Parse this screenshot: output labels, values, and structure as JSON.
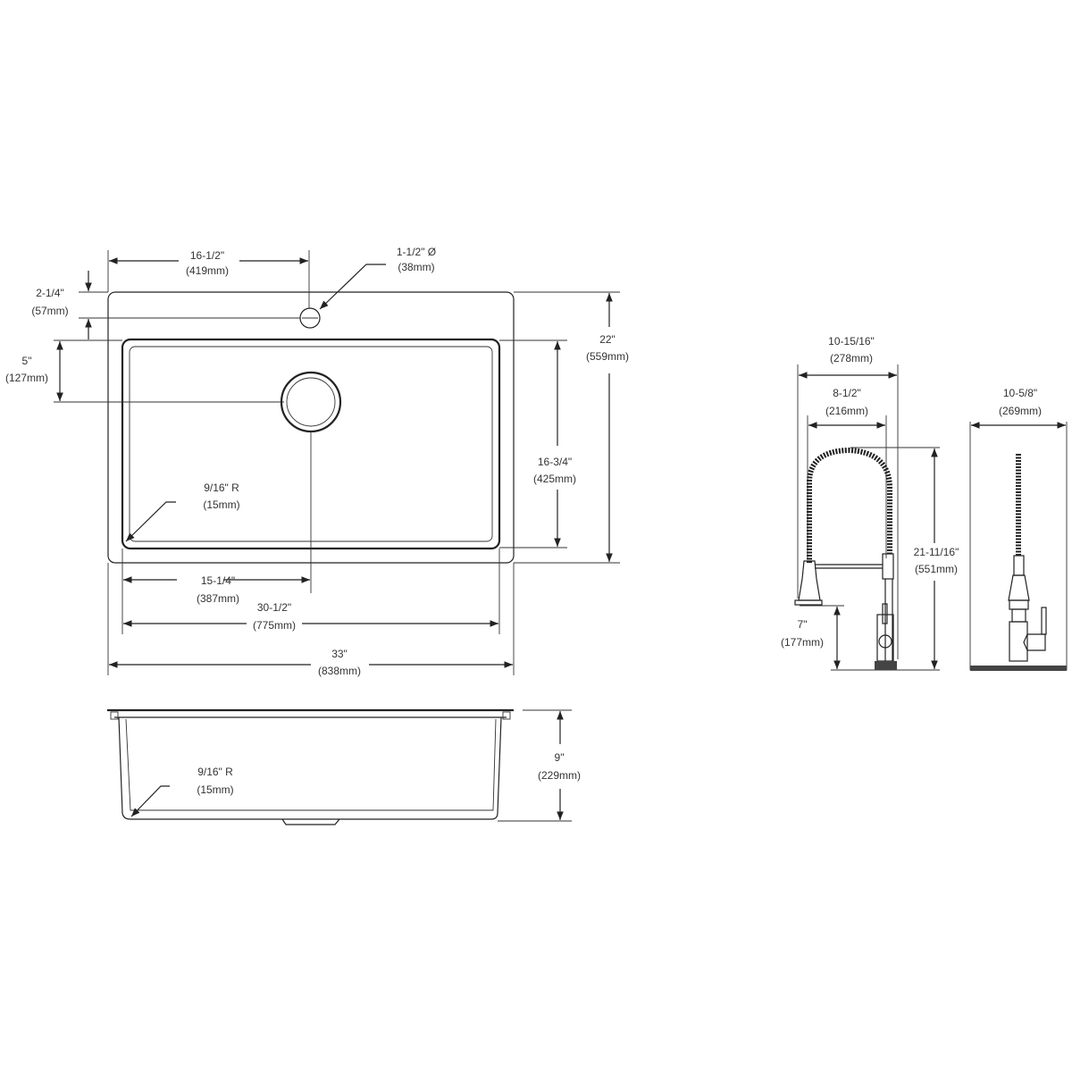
{
  "colors": {
    "line": "#222222",
    "text": "#333333",
    "background": "#ffffff"
  },
  "top_view": {
    "faucet_hole_offset": {
      "in": "16-1/2\"",
      "mm": "(419mm)"
    },
    "faucet_hole_diameter": {
      "in": "1-1/2\" Ø",
      "mm": "(38mm)"
    },
    "hole_from_edge": {
      "in": "2-1/4\"",
      "mm": "(57mm)"
    },
    "drain_from_bowl_top": {
      "in": "5\"",
      "mm": "(127mm)"
    },
    "overall_depth": {
      "in": "22\"",
      "mm": "(559mm)"
    },
    "bowl_front_to_back": {
      "in": "16-3/4\"",
      "mm": "(425mm)"
    },
    "corner_radius": {
      "in": "9/16\" R",
      "mm": "(15mm)"
    },
    "drain_from_bowl_left": {
      "in": "15-1/4\"",
      "mm": "(387mm)"
    },
    "bowl_width": {
      "in": "30-1/2\"",
      "mm": "(775mm)"
    },
    "overall_width": {
      "in": "33\"",
      "mm": "(838mm)"
    }
  },
  "side_view": {
    "corner_radius": {
      "in": "9/16\" R",
      "mm": "(15mm)"
    },
    "bowl_depth": {
      "in": "9\"",
      "mm": "(229mm)"
    }
  },
  "faucet_front": {
    "overall_reach": {
      "in": "10-15/16\"",
      "mm": "(278mm)"
    },
    "spout_reach": {
      "in": "8-1/2\"",
      "mm": "(216mm)"
    },
    "overall_height": {
      "in": "21-11/16\"",
      "mm": "(551mm)"
    },
    "spout_clearance": {
      "in": "7\"",
      "mm": "(177mm)"
    }
  },
  "faucet_side": {
    "depth": {
      "in": "10-5/8\"",
      "mm": "(269mm)"
    }
  }
}
